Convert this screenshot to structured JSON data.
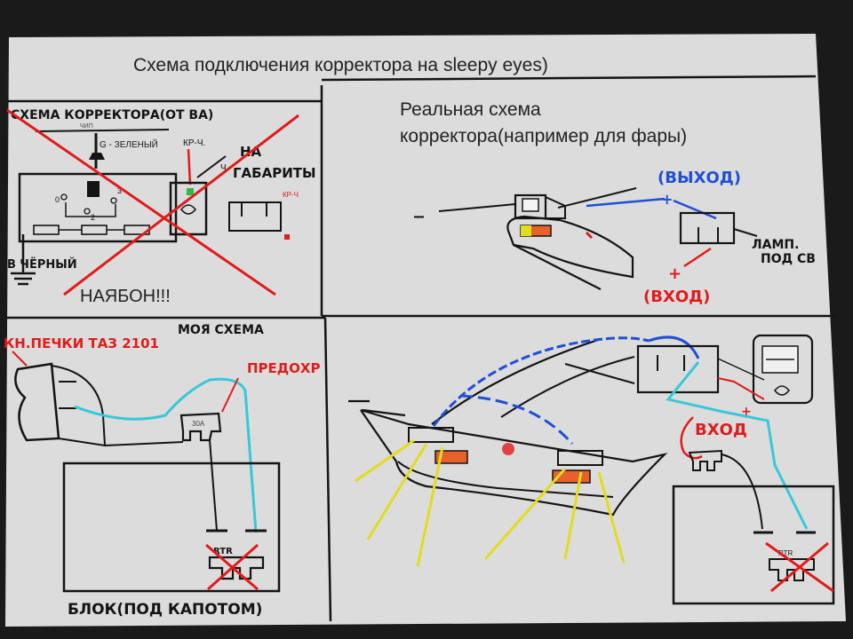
{
  "title": "Схема подключения корректора на sleepy eyes)",
  "panel_top_left": {
    "header": "СХЕМА КОРРЕКТОРА(ОТ ВА)",
    "wire_label_top": "ЧИП",
    "wire_green": "G - ЗЕЛЕНЫЙ",
    "wire_kr": "КР-Ч.",
    "wire_ch": "Ч.",
    "note_na": "НА",
    "note_gabarity": "ГАБАРИТЫ",
    "pin_0": "0",
    "pin_3": "3",
    "pin_2": "2",
    "connector_label": "КР-Ч",
    "ground_label": "В ЧЁРНЫЙ",
    "verdict": "НАЯБОН!!!"
  },
  "panel_top_right": {
    "caption_line1": "Реальная схема",
    "caption_line2": "корректора(например для фары)",
    "output_label": "(ВЫХОД)",
    "input_label": "(ВХОД)",
    "plus_out": "+",
    "plus_in": "+",
    "minus": "_",
    "lamp_line1": "ЛАМП.",
    "lamp_line2": "ПОД СВ"
  },
  "panel_bottom_left": {
    "my_scheme": "МОЯ СХЕМА",
    "button_label": "КН.ПЕЧКИ ТАЗ 2101",
    "fuse_label": "ПРЕДОХР",
    "fuse_rating": "30А",
    "relay_label": "RTR",
    "block_label": "БЛОК(ПОД КАПОТОМ)"
  },
  "panel_bottom_right": {
    "input_label": "ВХОД",
    "plus": "+",
    "relay_label": "RTR"
  },
  "colors": {
    "background": "#dcdcdc",
    "ink": "#141414",
    "red": "#e11b1b",
    "blue": "#1f4fd6",
    "cyan": "#38c8d8",
    "yellow": "#e2dc1e",
    "orange": "#e8612a"
  }
}
